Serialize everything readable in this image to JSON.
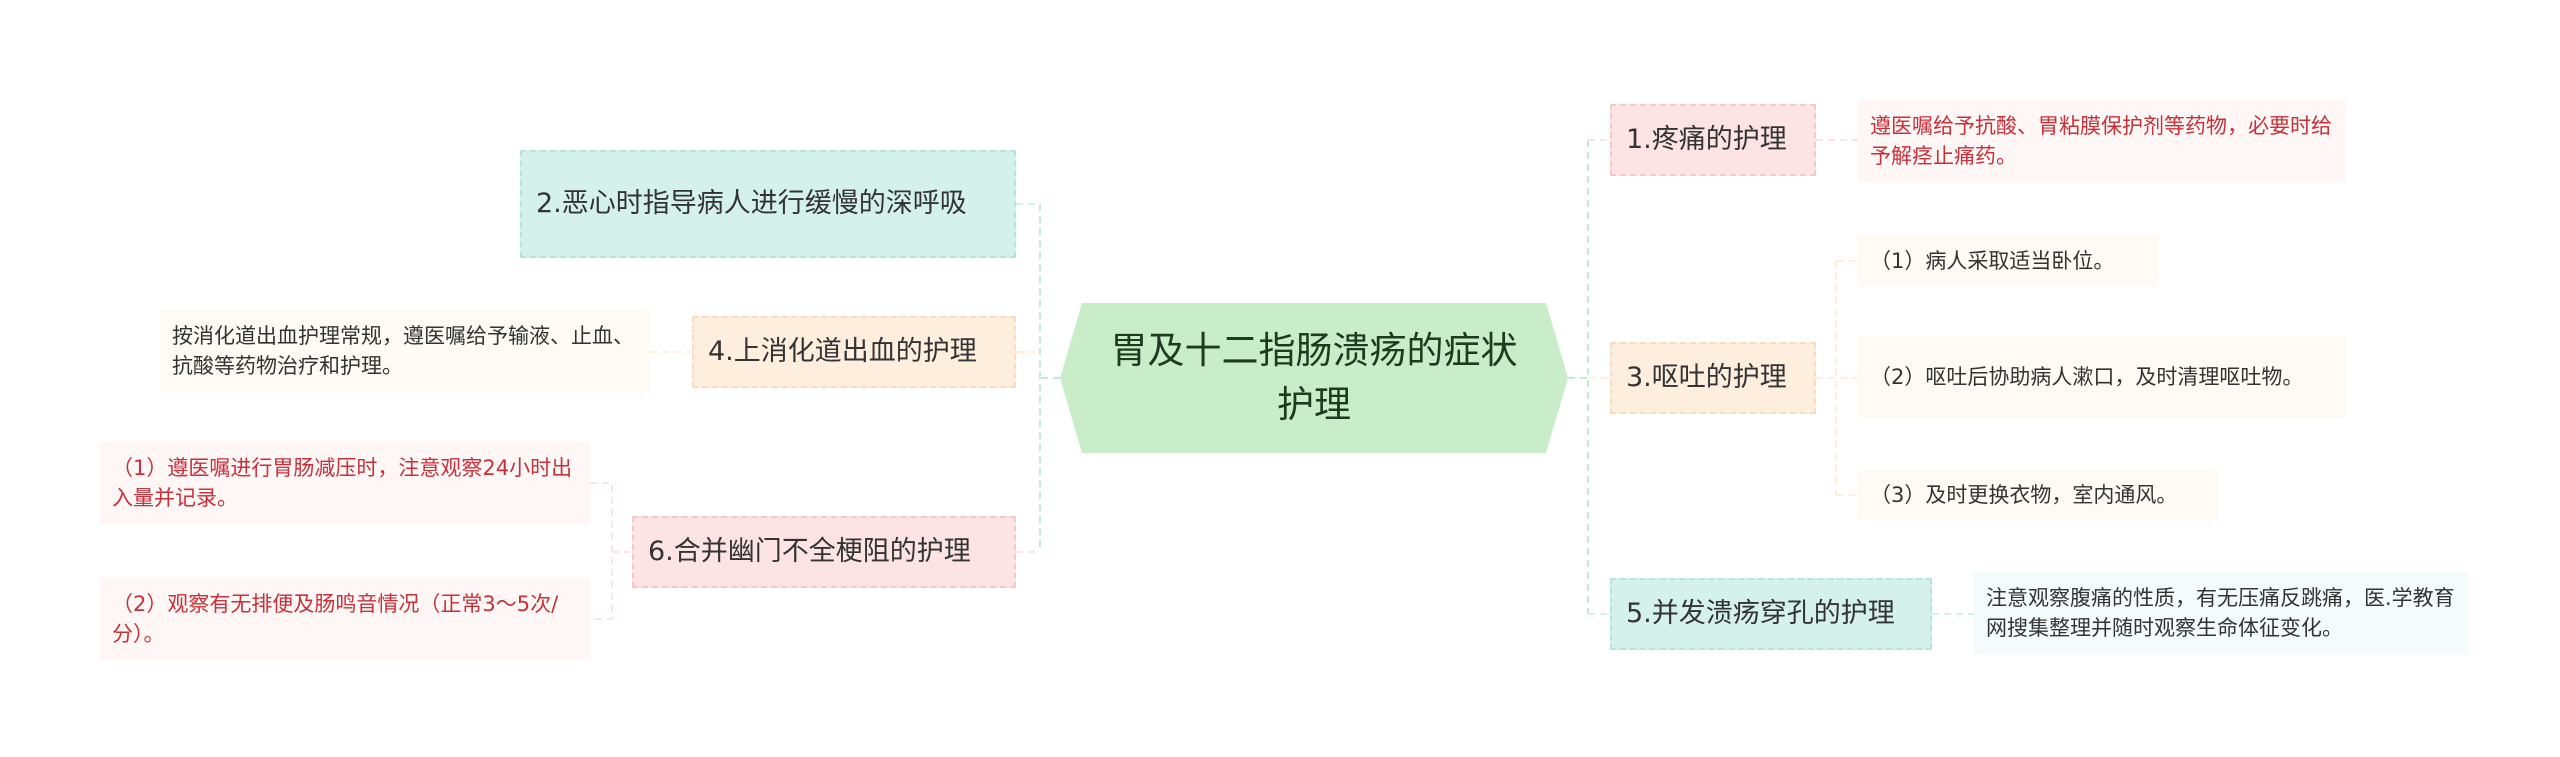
{
  "root": {
    "title": "胃及十二指肠溃疡的症状护理"
  },
  "left": [
    {
      "title": "2.恶心时指导病人进行缓慢的深呼吸",
      "children": []
    },
    {
      "title": "4.上消化道出血的护理",
      "children": [
        "按消化道出血护理常规，遵医嘱给予输液、止血、抗酸等药物治疗和护理。"
      ]
    },
    {
      "title": "6.合并幽门不全梗阻的护理",
      "children": [
        "（1）遵医嘱进行胃肠减压时，注意观察24小时出入量并记录。",
        "（2）观察有无排便及肠鸣音情况（正常3～5次/分）。"
      ]
    }
  ],
  "right": [
    {
      "title": "1.疼痛的护理",
      "children": [
        "遵医嘱给予抗酸、胃粘膜保护剂等药物，必要时给予解痉止痛药。"
      ]
    },
    {
      "title": "3.呕吐的护理",
      "children": [
        "（1）病人采取适当卧位。",
        "（2）呕吐后协助病人漱口，及时清理呕吐物。",
        "（3）及时更换衣物，室内通风。"
      ]
    },
    {
      "title": "5.并发溃疡穿孔的护理",
      "children": [
        "注意观察腹痛的性质，有无压痛反跳痛，医.学教育网搜集整理并随时观察生命体征变化。"
      ]
    }
  ],
  "colors": {
    "root": "#c9ecc9",
    "pink": "#fde4e4",
    "orange": "#fdeedd",
    "teal": "#d4f1ec",
    "leaf_red_text": "#c7313a",
    "connector": "#c8e6de"
  }
}
